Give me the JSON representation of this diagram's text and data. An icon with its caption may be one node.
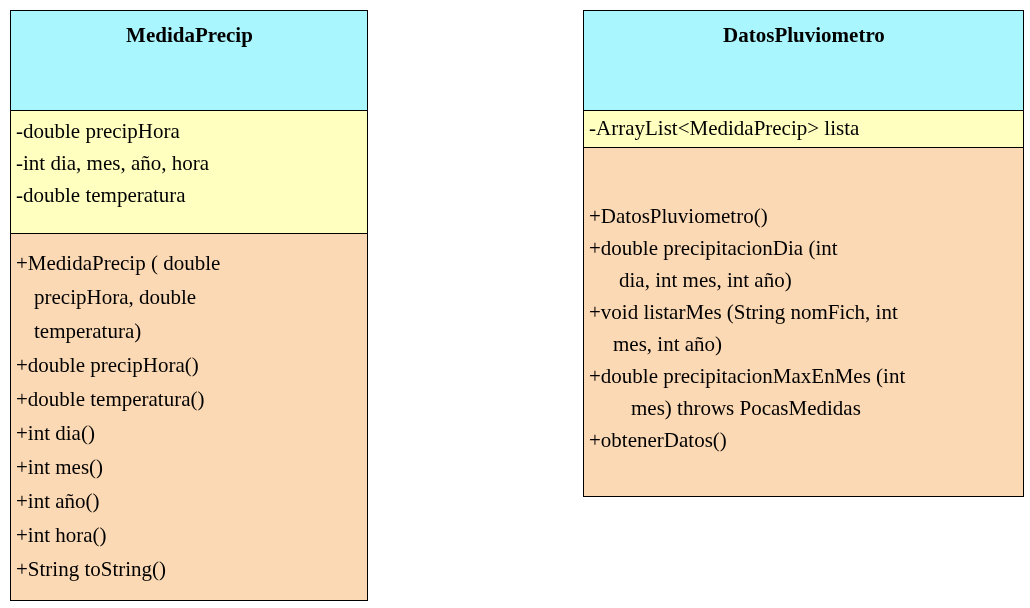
{
  "diagram": {
    "nodes": [
      {
        "text": [
          "MedidaPrecip"
        ]
      },
      {
        "text": [
          "-double precipHora",
          "-int dia, mes, año, hora",
          "-double temperatura"
        ]
      },
      {
        "text": [
          "+MedidaPrecip ( double precipHora, double temperatura)",
          "+double precipHora()",
          "+double temperatura()",
          "+int dia()",
          "+int mes()",
          "+int año()",
          "+int hora()",
          "+String toString()"
        ]
      },
      {
        "text": [
          "DatosPluviometro"
        ]
      },
      {
        "text": [
          "-ArrayList<MedidaPrecip> lista"
        ]
      },
      {
        "text": [
          "+DatosPluviometro()",
          "+double precipitacionDia (int dia, int mes, int año)",
          "+void listarMes (String nomFich, int mes, int año)",
          "+double precipitacionMaxEnMes (int mes) throws PocasMedidas",
          "+obtenerDatos()"
        ]
      }
    ]
  }
}
